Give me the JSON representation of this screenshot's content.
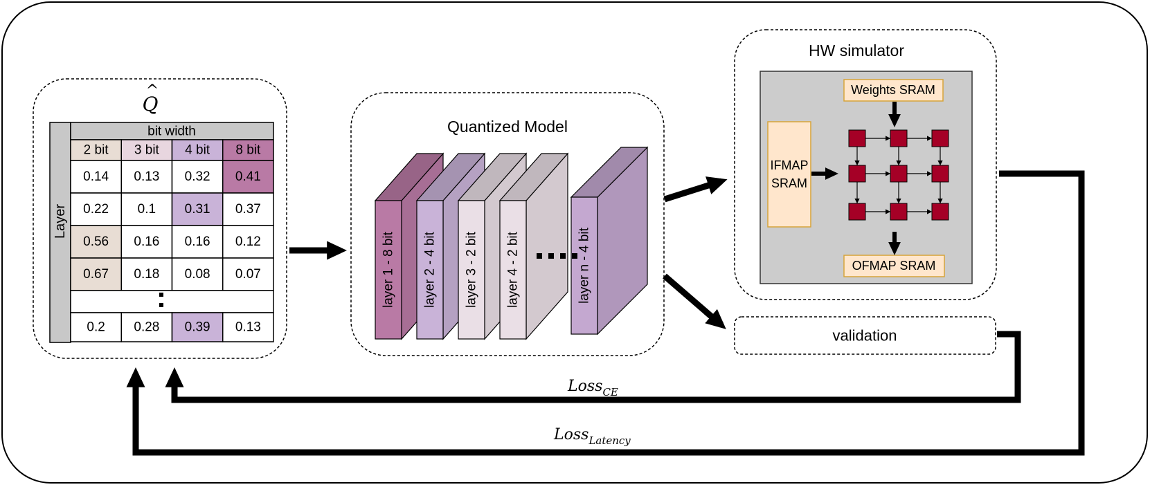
{
  "q_hat": {
    "symbol": "Q",
    "hat": "^"
  },
  "table": {
    "group_header": "bit width",
    "row_axis_label": "Layer",
    "columns": [
      {
        "label": "2 bit",
        "color": "#e8ddd4"
      },
      {
        "label": "3 bit",
        "color": "#e8d6df"
      },
      {
        "label": "4 bit",
        "color": "#c9b3d8"
      },
      {
        "label": "8 bit",
        "color": "#b97aa5"
      }
    ],
    "rows": [
      {
        "values": [
          "0.14",
          "0.13",
          "0.32",
          "0.41"
        ],
        "highlight": 3
      },
      {
        "values": [
          "0.22",
          "0.1",
          "0.31",
          "0.37"
        ],
        "highlight": 2
      },
      {
        "values": [
          "0.56",
          "0.16",
          "0.16",
          "0.12"
        ],
        "highlight": 0
      },
      {
        "values": [
          "0.67",
          "0.18",
          "0.08",
          "0.07"
        ],
        "highlight": 0
      },
      {
        "values": [
          ":",
          "",
          "",
          ""
        ],
        "highlight": -1,
        "ellipsis": true
      },
      {
        "values": [
          "0.2",
          "0.28",
          "0.39",
          "0.13"
        ],
        "highlight": 2
      }
    ]
  },
  "model": {
    "title": "Quantized Model",
    "layers": [
      {
        "label": "layer 1 - 8 bit",
        "color": "#b97aa5"
      },
      {
        "label": "layer 2 - 4 bit",
        "color": "#c9b3d8"
      },
      {
        "label": "layer 3 - 2 bit",
        "color": "#eadfe6"
      },
      {
        "label": "layer 4 - 2 bit",
        "color": "#eadfe6"
      },
      {
        "label": "layer n - 4 bit",
        "color": "#c4a8d0"
      }
    ]
  },
  "hw": {
    "title": "HW simulator",
    "weights": "Weights SRAM",
    "ifmap_line1": "IFMAP",
    "ifmap_line2": "SRAM",
    "ofmap": "OFMAP SRAM",
    "pe_color": "#a50026",
    "sram_color": "#ffe6cc",
    "sram_border": "#d6a33a"
  },
  "validation": {
    "label": "validation"
  },
  "losses": {
    "ce_main": "Loss",
    "ce_sub": "CE",
    "lat_main": "Loss",
    "lat_sub": "Latency"
  }
}
